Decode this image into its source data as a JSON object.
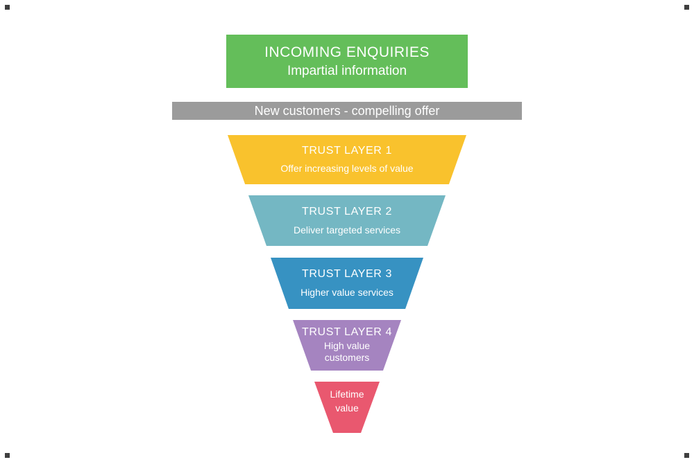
{
  "canvas": {
    "background": "#ffffff"
  },
  "header_box": {
    "title": "INCOMING ENQUIRIES",
    "subtitle": "Impartial information",
    "color": "#64be5a"
  },
  "offer_bar": {
    "label": "New customers - compelling offer",
    "color": "#9b9b9b"
  },
  "funnel": {
    "text_color": "#ffffff",
    "layers": [
      {
        "title": "TRUST LAYER 1",
        "subtitle": "Offer increasing levels of value",
        "color": "#f9c22d"
      },
      {
        "title": "TRUST LAYER 2",
        "subtitle": "Deliver targeted services",
        "color": "#74b7c3"
      },
      {
        "title": "TRUST LAYER 3",
        "subtitle": "Higher value services",
        "color": "#3792c2"
      },
      {
        "title": "TRUST LAYER 4",
        "subtitle": "High value customers",
        "color": "#a584c0"
      },
      {
        "title": "",
        "subtitle": "Lifetime value",
        "color": "#e9586f"
      }
    ]
  }
}
